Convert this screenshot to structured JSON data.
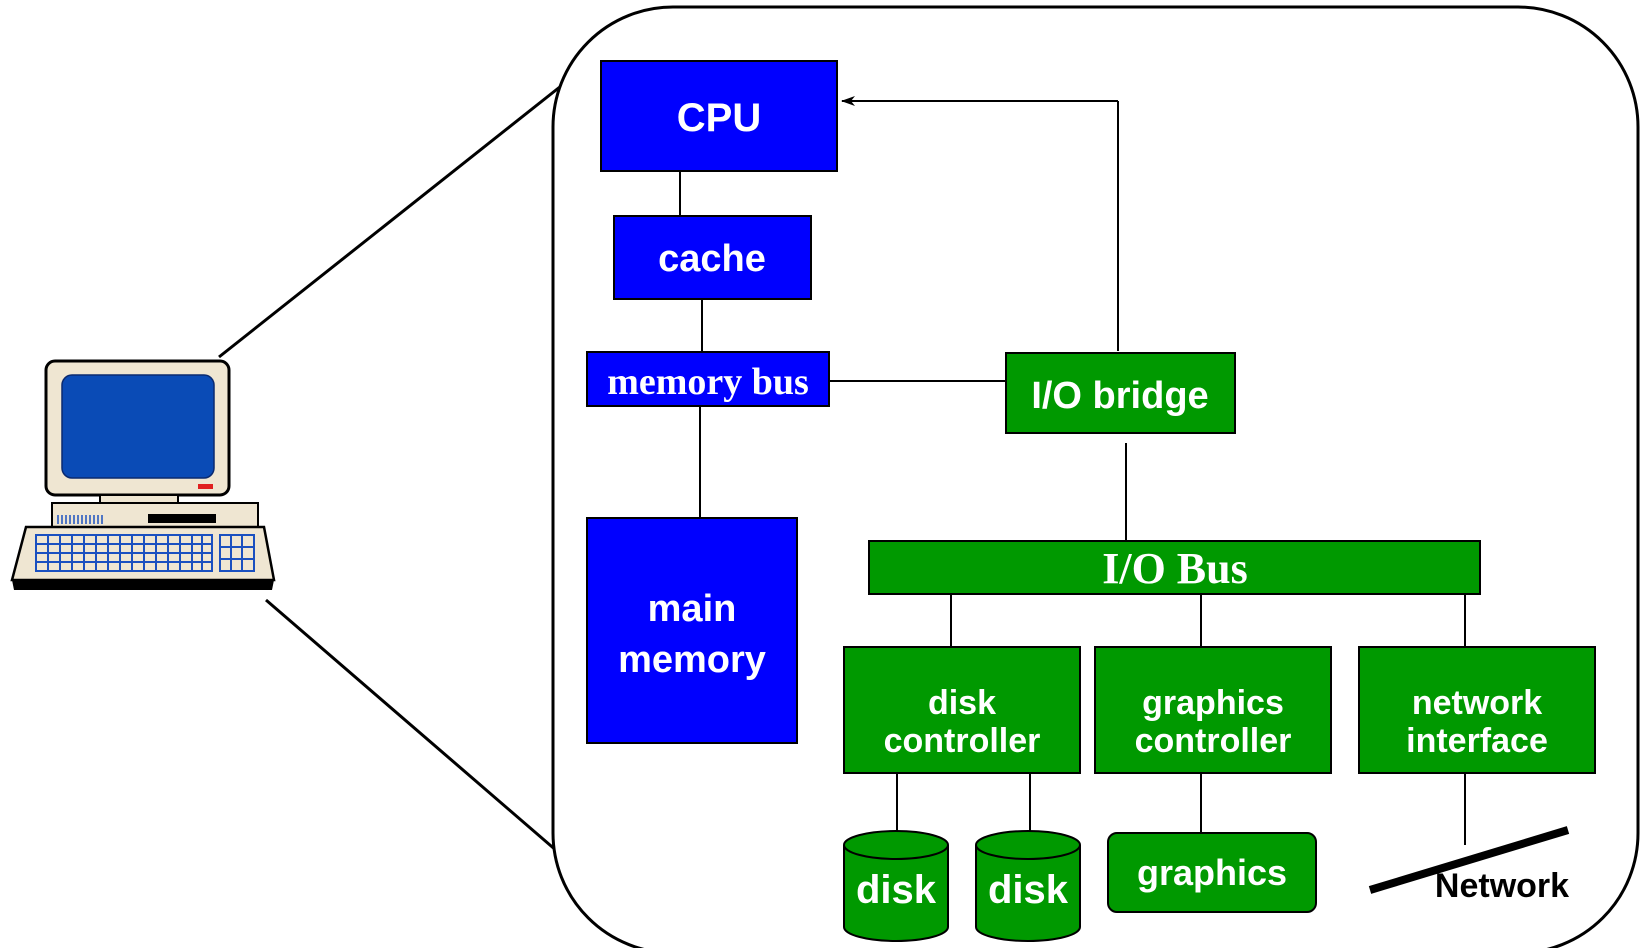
{
  "colors": {
    "cpu_memory_blue": "#0000ff",
    "io_green": "#009900",
    "monitor_screen": "#0a4bb6",
    "power_led": "#e02020"
  },
  "labels": {
    "cpu": "CPU",
    "cache": "cache",
    "memory_bus": "memory bus",
    "main_memory_line1": "main",
    "main_memory_line2": "memory",
    "io_bridge": "I/O bridge",
    "io_bus": "I/O Bus",
    "disk_controller_line1": "disk",
    "disk_controller_line2": "controller",
    "graphics_controller_line1": "graphics",
    "graphics_controller_line2": "controller",
    "network_interface_line1": "network",
    "network_interface_line2": "interface",
    "disk_1": "disk",
    "disk_2": "disk",
    "graphics": "graphics",
    "network": "Network"
  },
  "icons": {
    "computer": "desktop-computer-icon"
  }
}
